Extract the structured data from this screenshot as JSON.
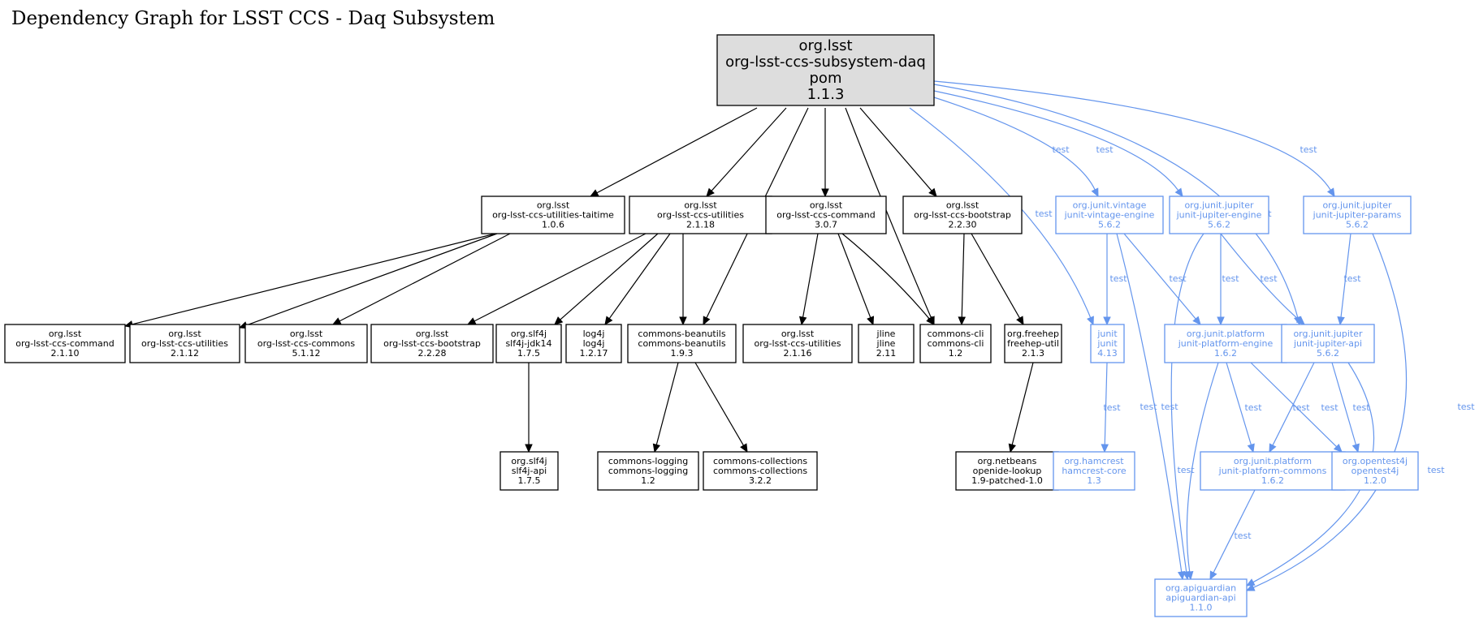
{
  "title": "Dependency Graph for LSST CCS - Daq Subsystem",
  "colors": {
    "test": "#6495ed",
    "root_fill": "#dddddd",
    "normal": "#000000"
  },
  "nodes": [
    {
      "id": "root",
      "kind": "root",
      "lines": [
        "org.lsst",
        "org-lsst-ccs-subsystem-daq",
        "pom",
        "1.1.3"
      ]
    },
    {
      "id": "taitime",
      "kind": "normal",
      "lines": [
        "org.lsst",
        "org-lsst-ccs-utilities-taitime",
        "1.0.6"
      ]
    },
    {
      "id": "util218",
      "kind": "normal",
      "lines": [
        "org.lsst",
        "org-lsst-ccs-utilities",
        "2.1.18"
      ]
    },
    {
      "id": "cmd307",
      "kind": "normal",
      "lines": [
        "org.lsst",
        "org-lsst-ccs-command",
        "3.0.7"
      ]
    },
    {
      "id": "boot2230",
      "kind": "normal",
      "lines": [
        "org.lsst",
        "org-lsst-ccs-bootstrap",
        "2.2.30"
      ]
    },
    {
      "id": "vintage",
      "kind": "test",
      "lines": [
        "org.junit.vintage",
        "junit-vintage-engine",
        "5.6.2"
      ]
    },
    {
      "id": "jupeng",
      "kind": "test",
      "lines": [
        "org.junit.jupiter",
        "junit-jupiter-engine",
        "5.6.2"
      ]
    },
    {
      "id": "juppar",
      "kind": "test",
      "lines": [
        "org.junit.jupiter",
        "junit-jupiter-params",
        "5.6.2"
      ]
    },
    {
      "id": "cmd2110",
      "kind": "normal",
      "lines": [
        "org.lsst",
        "org-lsst-ccs-command",
        "2.1.10"
      ]
    },
    {
      "id": "util2112",
      "kind": "normal",
      "lines": [
        "org.lsst",
        "org-lsst-ccs-utilities",
        "2.1.12"
      ]
    },
    {
      "id": "commons5112",
      "kind": "normal",
      "lines": [
        "org.lsst",
        "org-lsst-ccs-commons",
        "5.1.12"
      ]
    },
    {
      "id": "boot2228",
      "kind": "normal",
      "lines": [
        "org.lsst",
        "org-lsst-ccs-bootstrap",
        "2.2.28"
      ]
    },
    {
      "id": "slf4jjdk",
      "kind": "normal",
      "lines": [
        "org.slf4j",
        "slf4j-jdk14",
        "1.7.5"
      ]
    },
    {
      "id": "log4j",
      "kind": "normal",
      "lines": [
        "log4j",
        "log4j",
        "1.2.17"
      ]
    },
    {
      "id": "beanutils",
      "kind": "normal",
      "lines": [
        "commons-beanutils",
        "commons-beanutils",
        "1.9.3"
      ]
    },
    {
      "id": "util2116",
      "kind": "normal",
      "lines": [
        "org.lsst",
        "org-lsst-ccs-utilities",
        "2.1.16"
      ]
    },
    {
      "id": "jline",
      "kind": "normal",
      "lines": [
        "jline",
        "jline",
        "2.11"
      ]
    },
    {
      "id": "cli",
      "kind": "normal",
      "lines": [
        "commons-cli",
        "commons-cli",
        "1.2"
      ]
    },
    {
      "id": "freehep",
      "kind": "normal",
      "lines": [
        "org.freehep",
        "freehep-util",
        "2.1.3"
      ]
    },
    {
      "id": "junit",
      "kind": "test",
      "lines": [
        "junit",
        "junit",
        "4.13"
      ]
    },
    {
      "id": "plateng",
      "kind": "test",
      "lines": [
        "org.junit.platform",
        "junit-platform-engine",
        "1.6.2"
      ]
    },
    {
      "id": "jupapi",
      "kind": "test",
      "lines": [
        "org.junit.jupiter",
        "junit-jupiter-api",
        "5.6.2"
      ]
    },
    {
      "id": "slf4japi",
      "kind": "normal",
      "lines": [
        "org.slf4j",
        "slf4j-api",
        "1.7.5"
      ]
    },
    {
      "id": "logging",
      "kind": "normal",
      "lines": [
        "commons-logging",
        "commons-logging",
        "1.2"
      ]
    },
    {
      "id": "collections",
      "kind": "normal",
      "lines": [
        "commons-collections",
        "commons-collections",
        "3.2.2"
      ]
    },
    {
      "id": "openide",
      "kind": "normal",
      "lines": [
        "org.netbeans",
        "openide-lookup",
        "1.9-patched-1.0"
      ]
    },
    {
      "id": "hamcrest",
      "kind": "test",
      "lines": [
        "org.hamcrest",
        "hamcrest-core",
        "1.3"
      ]
    },
    {
      "id": "platcom",
      "kind": "test",
      "lines": [
        "org.junit.platform",
        "junit-platform-commons",
        "1.6.2"
      ]
    },
    {
      "id": "opentest",
      "kind": "test",
      "lines": [
        "org.opentest4j",
        "opentest4j",
        "1.2.0"
      ]
    },
    {
      "id": "apiguard",
      "kind": "test",
      "lines": [
        "org.apiguardian",
        "apiguardian-api",
        "1.1.0"
      ]
    }
  ],
  "edges": [
    {
      "from": "root",
      "to": "taitime",
      "label": ""
    },
    {
      "from": "root",
      "to": "util218",
      "label": ""
    },
    {
      "from": "root",
      "to": "beanutils",
      "label": ""
    },
    {
      "from": "root",
      "to": "cmd307",
      "label": ""
    },
    {
      "from": "root",
      "to": "cli",
      "label": ""
    },
    {
      "from": "root",
      "to": "boot2230",
      "label": ""
    },
    {
      "from": "root",
      "to": "junit",
      "label": "test"
    },
    {
      "from": "root",
      "to": "vintage",
      "label": "test"
    },
    {
      "from": "root",
      "to": "jupeng",
      "label": "test"
    },
    {
      "from": "root",
      "to": "jupapi",
      "label": "test"
    },
    {
      "from": "root",
      "to": "juppar",
      "label": "test"
    },
    {
      "from": "taitime",
      "to": "cmd2110",
      "label": ""
    },
    {
      "from": "taitime",
      "to": "util2112",
      "label": ""
    },
    {
      "from": "taitime",
      "to": "commons5112",
      "label": ""
    },
    {
      "from": "util218",
      "to": "boot2228",
      "label": ""
    },
    {
      "from": "util218",
      "to": "slf4jjdk",
      "label": ""
    },
    {
      "from": "util218",
      "to": "log4j",
      "label": ""
    },
    {
      "from": "util218",
      "to": "beanutils",
      "label": ""
    },
    {
      "from": "cmd307",
      "to": "util2116",
      "label": ""
    },
    {
      "from": "cmd307",
      "to": "jline",
      "label": ""
    },
    {
      "from": "cmd307",
      "to": "cli",
      "label": ""
    },
    {
      "from": "boot2230",
      "to": "cli",
      "label": ""
    },
    {
      "from": "boot2230",
      "to": "freehep",
      "label": ""
    },
    {
      "from": "slf4jjdk",
      "to": "slf4japi",
      "label": ""
    },
    {
      "from": "beanutils",
      "to": "logging",
      "label": ""
    },
    {
      "from": "beanutils",
      "to": "collections",
      "label": ""
    },
    {
      "from": "freehep",
      "to": "openide",
      "label": ""
    },
    {
      "from": "vintage",
      "to": "junit",
      "label": "test"
    },
    {
      "from": "vintage",
      "to": "plateng",
      "label": "test"
    },
    {
      "from": "vintage",
      "to": "apiguard",
      "label": "test"
    },
    {
      "from": "jupeng",
      "to": "plateng",
      "label": "test"
    },
    {
      "from": "jupeng",
      "to": "jupapi",
      "label": "test"
    },
    {
      "from": "jupeng",
      "to": "apiguard",
      "label": "test"
    },
    {
      "from": "juppar",
      "to": "jupapi",
      "label": "test"
    },
    {
      "from": "juppar",
      "to": "apiguard",
      "label": "test"
    },
    {
      "from": "junit",
      "to": "hamcrest",
      "label": "test"
    },
    {
      "from": "plateng",
      "to": "platcom",
      "label": "test"
    },
    {
      "from": "plateng",
      "to": "opentest",
      "label": "test"
    },
    {
      "from": "plateng",
      "to": "apiguard",
      "label": "test"
    },
    {
      "from": "jupapi",
      "to": "platcom",
      "label": "test"
    },
    {
      "from": "jupapi",
      "to": "opentest",
      "label": "test"
    },
    {
      "from": "jupapi",
      "to": "apiguard",
      "label": "test"
    },
    {
      "from": "platcom",
      "to": "apiguard",
      "label": "test"
    }
  ]
}
